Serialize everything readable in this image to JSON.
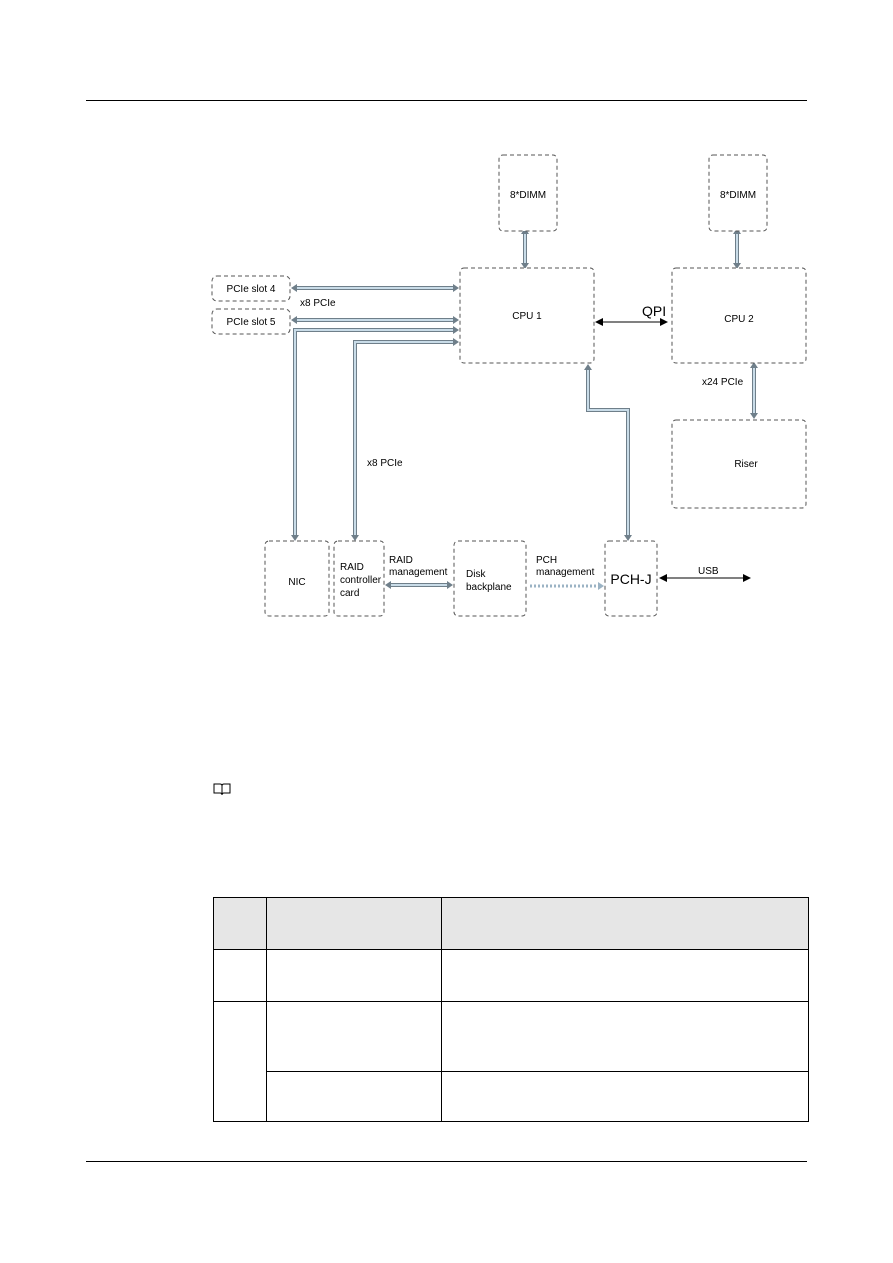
{
  "diagram": {
    "boxes": {
      "dimm1": "8*DIMM",
      "dimm2": "8*DIMM",
      "cpu1": "CPU 1",
      "cpu2": "CPU 2",
      "pcie4": "PCIe slot 4",
      "pcie5": "PCIe slot 5",
      "riser": "Riser",
      "nic": "NIC",
      "raid": [
        "RAID",
        "controller",
        "card"
      ],
      "disk": [
        "Disk",
        "backplane"
      ],
      "pch": "PCH-J"
    },
    "links": {
      "x8_top": "x8 PCIe",
      "x8_mid": "x8 PCIe",
      "qpi": "QPI",
      "x24": "x24 PCIe",
      "raid_mgmt": [
        "RAID",
        "management"
      ],
      "pch_mgmt": [
        "PCH",
        "management"
      ],
      "usb": "USB"
    },
    "colors": {
      "bus_outer": "#6f7f8a",
      "bus_inner": "#c9dce8",
      "box_border": "#555555"
    }
  },
  "note_icon": "book-icon",
  "table": {
    "rows": [
      {
        "span": 1,
        "cells": [
          "",
          ""
        ]
      },
      {
        "span": 2,
        "cells": [
          "",
          ""
        ]
      },
      {
        "span": 0,
        "cells": [
          "",
          ""
        ]
      }
    ]
  }
}
